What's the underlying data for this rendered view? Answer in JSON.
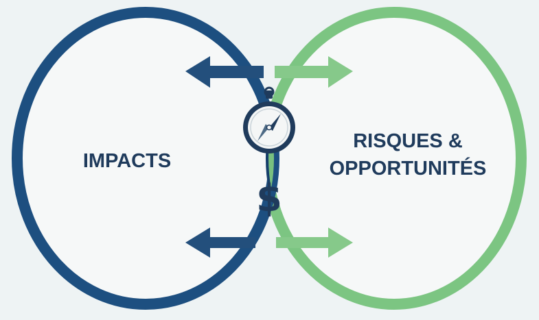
{
  "diagram": {
    "left_label": "IMPACTS",
    "right_label_line1": "RISQUES &",
    "right_label_line2": "OPPORTUNITÉS",
    "center_symbol": "$",
    "icons": [
      "compass-icon",
      "dollar-icon",
      "arrow-left-icon",
      "arrow-right-icon"
    ],
    "colors": {
      "background": "#eef3f4",
      "left_ring": "#1d4f80",
      "right_ring": "#7cc582",
      "overlap_fill": "#79c07f",
      "text": "#1f3b5c",
      "dark_arrow": "#234f7c",
      "light_arrow": "#86c98a"
    }
  }
}
